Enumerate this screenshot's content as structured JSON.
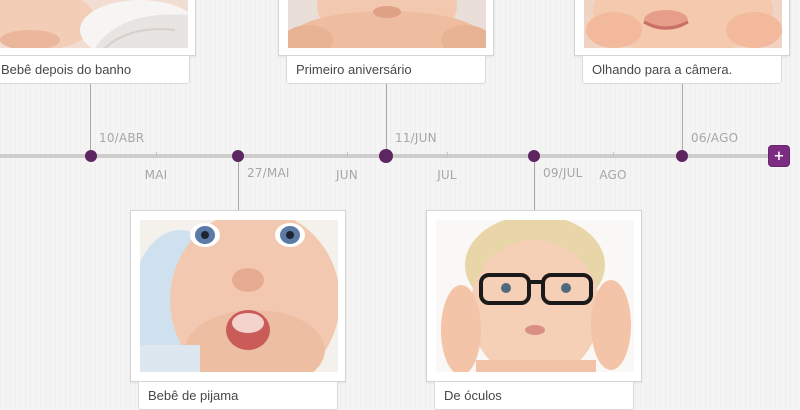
{
  "timeline": {
    "add_button_label": "+",
    "months": [
      "MAI",
      "JUN",
      "JUL",
      "AGO"
    ],
    "events": [
      {
        "date": "10/ABR",
        "caption": "Bebê depois do banho",
        "photo": "baby-after-bath-photo"
      },
      {
        "date": "27/MAI",
        "caption": "Bebê de pijama",
        "photo": "baby-in-pajamas-photo"
      },
      {
        "date": "11/JUN",
        "caption": "Primeiro aniversário",
        "photo": "first-birthday-photo"
      },
      {
        "date": "09/JUL",
        "caption": "De óculos",
        "photo": "baby-with-glasses-photo"
      },
      {
        "date": "06/AGO",
        "caption": "Olhando para a câmera.",
        "photo": "looking-at-camera-photo"
      }
    ]
  },
  "colors": {
    "accent": "#7b2d82",
    "dot": "#5e2661",
    "axis": "#cfcccc",
    "label": "#a9a5a5"
  }
}
